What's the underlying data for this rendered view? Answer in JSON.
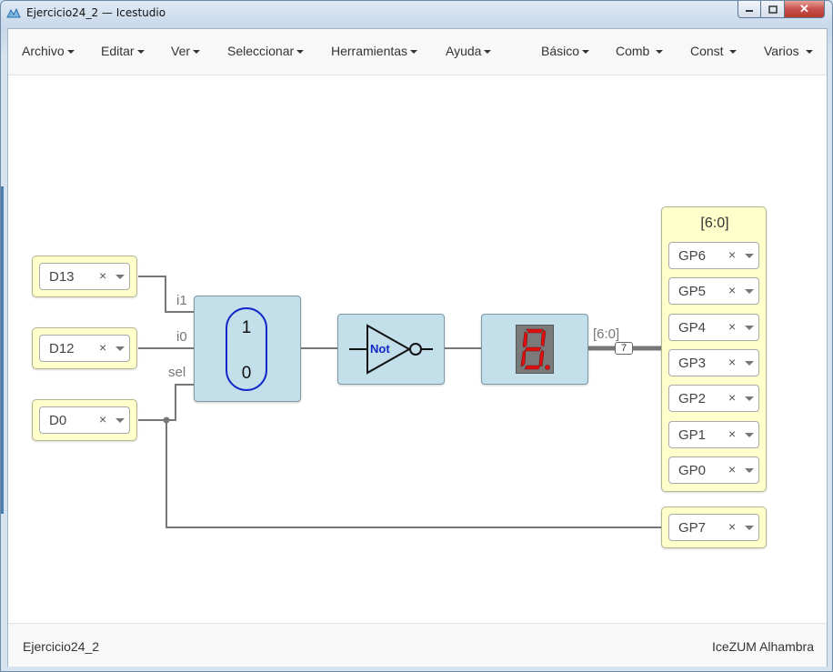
{
  "window": {
    "title": "Ejercicio24_2 — Icestudio",
    "min_icon": "minimize-icon",
    "max_icon": "maximize-icon",
    "close_glyph": "✕"
  },
  "menu": {
    "left": [
      "Archivo",
      "Editar",
      "Ver",
      "Seleccionar",
      "Herramientas",
      "Ayuda"
    ],
    "right": [
      "Básico",
      "Comb",
      "Const",
      "Varios"
    ]
  },
  "inputs": [
    {
      "label": "D13",
      "remove": "×"
    },
    {
      "label": "D12",
      "remove": "×"
    },
    {
      "label": "D0",
      "remove": "×"
    }
  ],
  "mux": {
    "one": "1",
    "zero": "0",
    "ports": [
      "i1",
      "i0",
      "sel"
    ]
  },
  "not_gate": {
    "label": "Not"
  },
  "display": {
    "icon": "seven-segment-icon"
  },
  "bus": {
    "label": "[6:0]",
    "width": "7"
  },
  "outputs": {
    "title": "[6:0]",
    "pins": [
      {
        "label": "GP6",
        "remove": "×"
      },
      {
        "label": "GP5",
        "remove": "×"
      },
      {
        "label": "GP4",
        "remove": "×"
      },
      {
        "label": "GP3",
        "remove": "×"
      },
      {
        "label": "GP2",
        "remove": "×"
      },
      {
        "label": "GP1",
        "remove": "×"
      },
      {
        "label": "GP0",
        "remove": "×"
      }
    ],
    "extra": {
      "label": "GP7",
      "remove": "×"
    }
  },
  "footer": {
    "project": "Ejercicio24_2",
    "board": "IceZUM Alhambra"
  },
  "colors": {
    "pin_block": "#ffffcc",
    "logic_block": "#c2dfea",
    "mux_outline": "#1428c9",
    "not_label": "#1428c9",
    "segment_red": "#e01010"
  }
}
